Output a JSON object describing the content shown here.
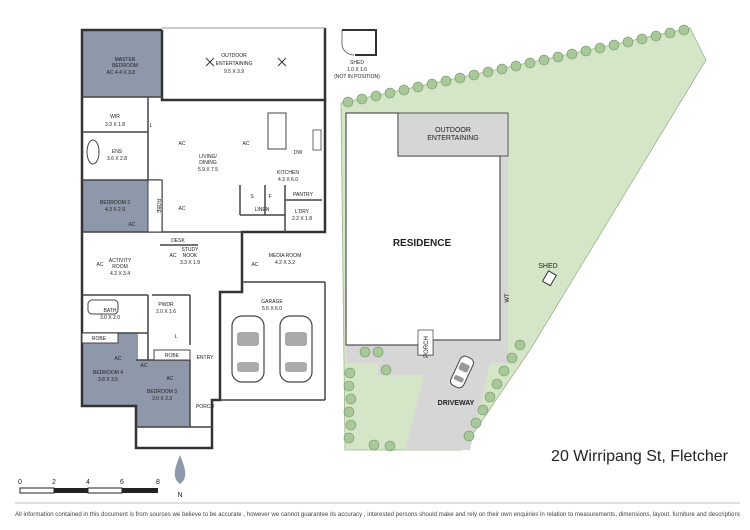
{
  "address": "20 Wirripang St, Fletcher",
  "disclaimer": "All information contained in this document is from sources we believe to be accurate , however we cannot guarantee its accuracy , interested persons should make and rely on their own enquiries in relation to measurements, dimensions, layout, furniture and descriptions.",
  "colors": {
    "bedroom_fill": "#8e98aa",
    "lawn": "#d5e6c8",
    "paving": "#d6d6d6",
    "residence": "#ffffff"
  },
  "rooms": {
    "master": {
      "name": "MASTER BEDROOM",
      "line1": "MASTER",
      "line2": "BEDROOM",
      "dim": "4.4 X 3.8"
    },
    "outdoor": {
      "line1": "OUTDOOR",
      "line2": "ENTERTAINING",
      "dim": "9.5 X 3.9"
    },
    "wir": {
      "name": "WIR",
      "dim": "3.3 X 1.8"
    },
    "ens": {
      "name": "ENS",
      "dim": "3.6 X 2.8"
    },
    "living": {
      "line1": "LIVING/",
      "line2": "DINING",
      "dim": "5.9 X 7.5"
    },
    "kitchen": {
      "name": "KITCHEN",
      "dim": "4.3 X 6.0"
    },
    "pantry": {
      "name": "PANTRY"
    },
    "linen": {
      "name": "LINEN"
    },
    "ldry": {
      "name": "L'DRY",
      "dim": "2.2 X 1.8"
    },
    "dw": {
      "name": "DW"
    },
    "bedroom2": {
      "name": "BEDROOM 2",
      "dim": "4.3 X 2.9"
    },
    "robe": "ROBE",
    "desk": "DESK",
    "study": {
      "line1": "STUDY",
      "line2": "NOOK",
      "dim": "3.3 X 1.9"
    },
    "activity": {
      "line1": "ACTIVITY",
      "line2": "ROOM",
      "dim": "4.3 X 3.4"
    },
    "media": {
      "name": "MEDIA ROOM",
      "dim": "4.2 X 3.2"
    },
    "bath": {
      "name": "BATH",
      "dim": "3.0 X 2.0"
    },
    "pwdr": {
      "name": "PWDR",
      "dim": "2.0 X 1.6"
    },
    "garage": {
      "name": "GARAGE",
      "dim": "5.5 X 6.0"
    },
    "bedroom4": {
      "name": "BEDROOM 4",
      "dim": "3.8 X 3.5"
    },
    "bedroom3": {
      "name": "BEDROOM 3",
      "dim": "3.0 X 3.3"
    },
    "entry": "ENTRY",
    "porch": "PORCH",
    "ac": "AC",
    "l": "L",
    "s": "S",
    "f": "F"
  },
  "site": {
    "shed_label": "SHED",
    "shed_dim": "1.0 X 1.6",
    "shed_note": "(NOT IN POSITION)",
    "residence": "RESIDENCE",
    "outdoor_line1": "OUTDOOR",
    "outdoor_line2": "ENTERTAINING",
    "porch": "PORCH",
    "driveway": "DRIVEWAY",
    "wt": "WT",
    "shed": "SHED"
  },
  "scale": {
    "ticks": [
      "0",
      "2",
      "4",
      "6",
      "8"
    ],
    "north": "N"
  }
}
